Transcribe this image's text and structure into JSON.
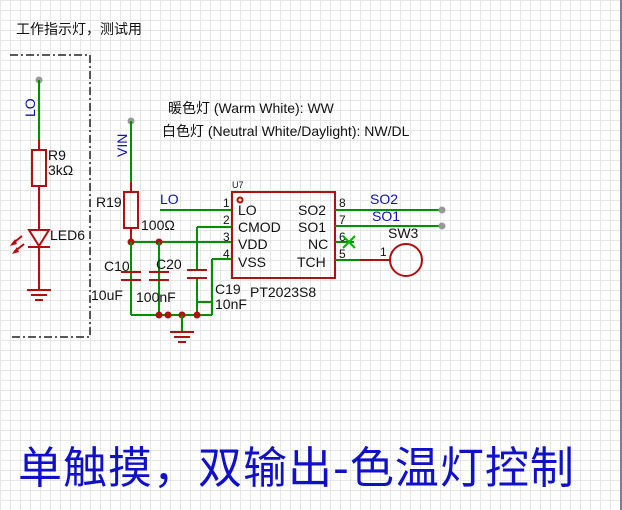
{
  "note": "工作指示灯，测试用",
  "legend": {
    "warm": "暖色灯 (Warm White): WW",
    "neutral": "白色灯 (Neutral White/Daylight): NW/DL"
  },
  "title": "单触摸，双输出-色温灯控制",
  "nets": {
    "lo_left": "LO",
    "vin": "VIN",
    "lo_ic": "LO",
    "so2": "SO2",
    "so1": "SO1"
  },
  "components": {
    "r9": {
      "ref": "R9",
      "value": "3kΩ"
    },
    "led6": {
      "ref": "LED6"
    },
    "r19": {
      "ref": "R19",
      "value": "100Ω"
    },
    "c10": {
      "ref": "C10",
      "value": "10uF"
    },
    "c20": {
      "ref": "C20",
      "value": "100nF"
    },
    "c19": {
      "ref": "C19",
      "value": "10nF"
    },
    "u7": {
      "ref": "U7",
      "part": "PT2023S8"
    },
    "sw3": {
      "ref": "SW3",
      "pin": "1"
    }
  },
  "ic_pins": {
    "left": [
      {
        "num": "1",
        "name": "LO"
      },
      {
        "num": "2",
        "name": "CMOD"
      },
      {
        "num": "3",
        "name": "VDD"
      },
      {
        "num": "4",
        "name": "VSS"
      }
    ],
    "right": [
      {
        "num": "8",
        "name": "SO2"
      },
      {
        "num": "7",
        "name": "SO1"
      },
      {
        "num": "6",
        "name": "NC"
      },
      {
        "num": "5",
        "name": "TCH"
      }
    ]
  },
  "colors": {
    "wire": "#009000",
    "component": "#b01010",
    "net_label": "#1010b0",
    "title": "#1010c8"
  }
}
